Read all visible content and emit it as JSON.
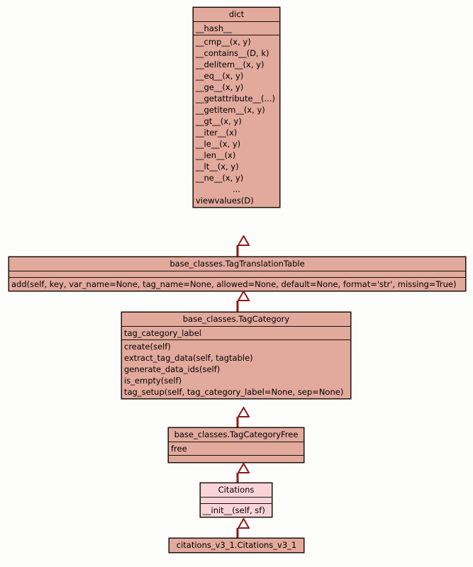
{
  "diagram": {
    "type": "uml-class-diagram",
    "background_color": "#fdfdfb",
    "class_fill_color": "#e2a99d",
    "highlight_fill_color": "#f9d4d7",
    "border_color": "#1a1208",
    "arrow_color": "#8b1a1a",
    "relationship": "generalization"
  },
  "classes": [
    {
      "id": "dict",
      "name": "dict",
      "attributes": [
        "__hash__"
      ],
      "operations": [
        "__cmp__(x, y)",
        "__contains__(D, k)",
        "__delitem__(x, y)",
        "__eq__(x, y)",
        "__ge__(x, y)",
        "__getattribute__(...)",
        "__getitem__(x, y)",
        "__gt__(x, y)",
        "__iter__(x)",
        "__le__(x, y)",
        "__len__(x)",
        "__lt__(x, y)",
        "__ne__(x, y)",
        "...",
        "viewvalues(D)"
      ]
    },
    {
      "id": "tagtranslationtable",
      "name": "base_classes.TagTranslationTable",
      "attributes": [],
      "operations": [
        "add(self, key, var_name=None, tag_name=None, allowed=None, default=None, format='str', missing=True)"
      ]
    },
    {
      "id": "tagcategory",
      "name": "base_classes.TagCategory",
      "attributes": [
        "tag_category_label"
      ],
      "operations": [
        "create(self)",
        "extract_tag_data(self, tagtable)",
        "generate_data_ids(self)",
        "is_empty(self)",
        "tag_setup(self, tag_category_label=None, sep=None)"
      ]
    },
    {
      "id": "tagcategoryfree",
      "name": "base_classes.TagCategoryFree",
      "attributes": [
        "free"
      ],
      "operations": []
    },
    {
      "id": "citations",
      "name": "Citations",
      "attributes": [],
      "operations": [
        "__init__(self, sf)"
      ]
    },
    {
      "id": "citationsv31",
      "name": "citations_v3_1.Citations_v3_1",
      "attributes": [],
      "operations": []
    }
  ],
  "edges": [
    {
      "from": "tagtranslationtable",
      "to": "dict",
      "kind": "generalization"
    },
    {
      "from": "tagcategory",
      "to": "tagtranslationtable",
      "kind": "generalization"
    },
    {
      "from": "tagcategoryfree",
      "to": "tagcategory",
      "kind": "generalization"
    },
    {
      "from": "citations",
      "to": "tagcategoryfree",
      "kind": "generalization"
    },
    {
      "from": "citationsv31",
      "to": "citations",
      "kind": "generalization"
    }
  ]
}
